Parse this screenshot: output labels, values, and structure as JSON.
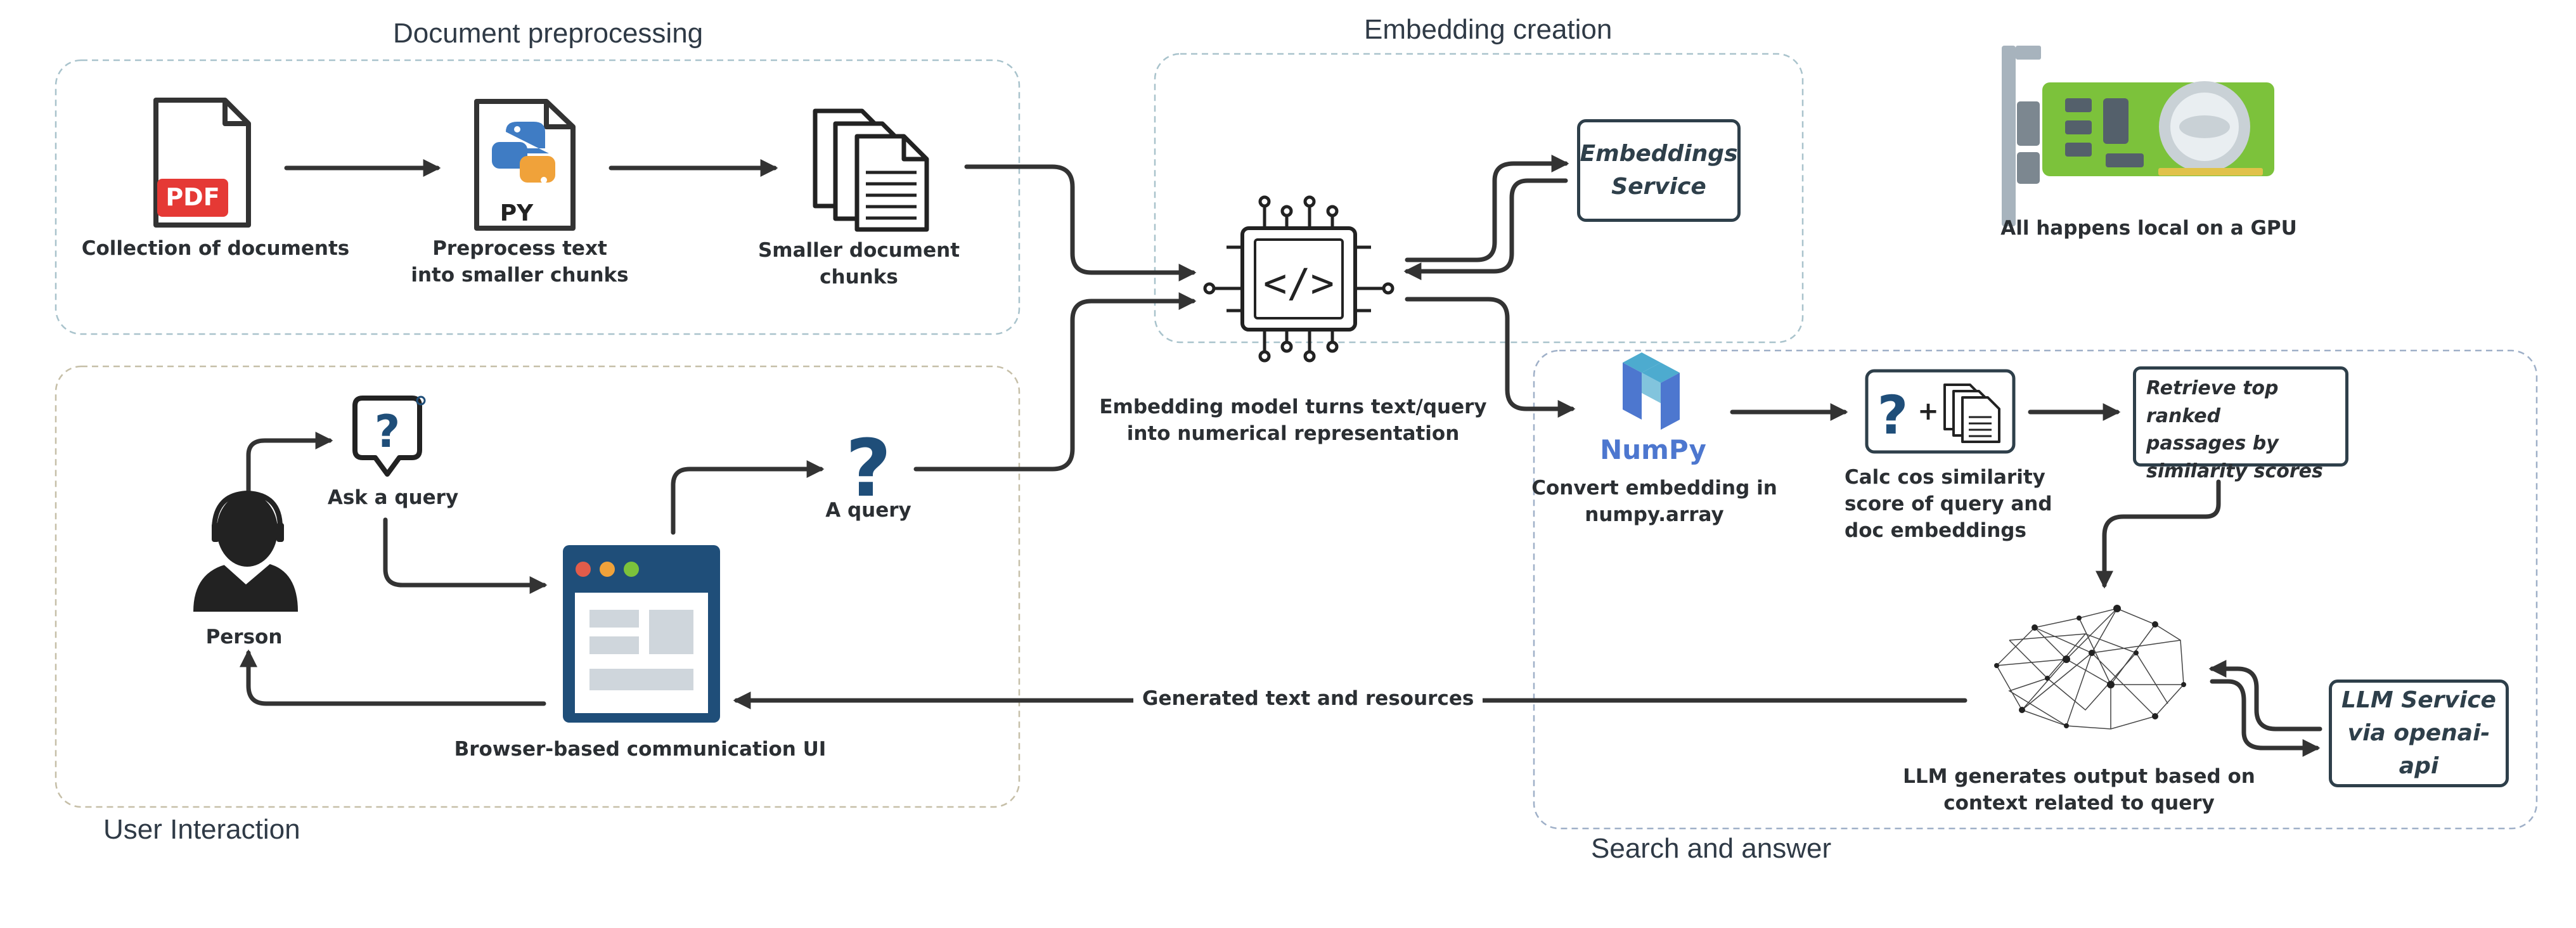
{
  "groups": {
    "document_preprocessing": "Document preprocessing",
    "embedding_creation": "Embedding creation",
    "user_interaction": "User Interaction",
    "search_and_answer": "Search and answer"
  },
  "nodes": {
    "collection": {
      "label": "Collection of documents",
      "icon_text": "PDF"
    },
    "preprocess": {
      "label": "Preprocess text\ninto smaller chunks",
      "icon_text": "PY"
    },
    "chunks": {
      "label": "Smaller document chunks"
    },
    "embedding_model": {
      "label": "Embedding model turns text/query\ninto numerical representation"
    },
    "embeddings_service": {
      "label": "Embeddings\nService"
    },
    "gpu": {
      "label": "All happens local on a GPU"
    },
    "person": {
      "label": "Person"
    },
    "ask_query": {
      "label": "Ask a query"
    },
    "browser_ui": {
      "label": "Browser-based communication UI"
    },
    "a_query": {
      "label": "A query"
    },
    "numpy": {
      "label": "Convert embedding in\nnumpy.array",
      "icon_text": "NumPy"
    },
    "cos_similarity": {
      "label": "Calc cos similarity\nscore of query and\ndoc embeddings",
      "plus": "+"
    },
    "retrieve": {
      "label": "Retrieve top ranked\npassages by\nsimilarity scores"
    },
    "llm": {
      "label": "LLM generates output based on\ncontext related to query"
    },
    "llm_service": {
      "label": "LLM Service\nvia openai-api"
    }
  },
  "edges": {
    "generated": "Generated text and resources"
  },
  "colors": {
    "arrow": "#333333",
    "box_border": "#2e3f4a",
    "pdf_red": "#e53935",
    "browser_blue": "#1f4e79",
    "numpy_blue": "#4dabcf",
    "gpu_green": "#7cc23b",
    "group_border": "#9fb7c4"
  },
  "icons": [
    "pdf-icon",
    "python-file-icon",
    "documents-icon",
    "chip-icon",
    "gpu-card-icon",
    "person-icon",
    "question-bubble-icon",
    "browser-icon",
    "question-mark-icon",
    "numpy-icon",
    "similarity-icon",
    "neural-network-icon"
  ]
}
